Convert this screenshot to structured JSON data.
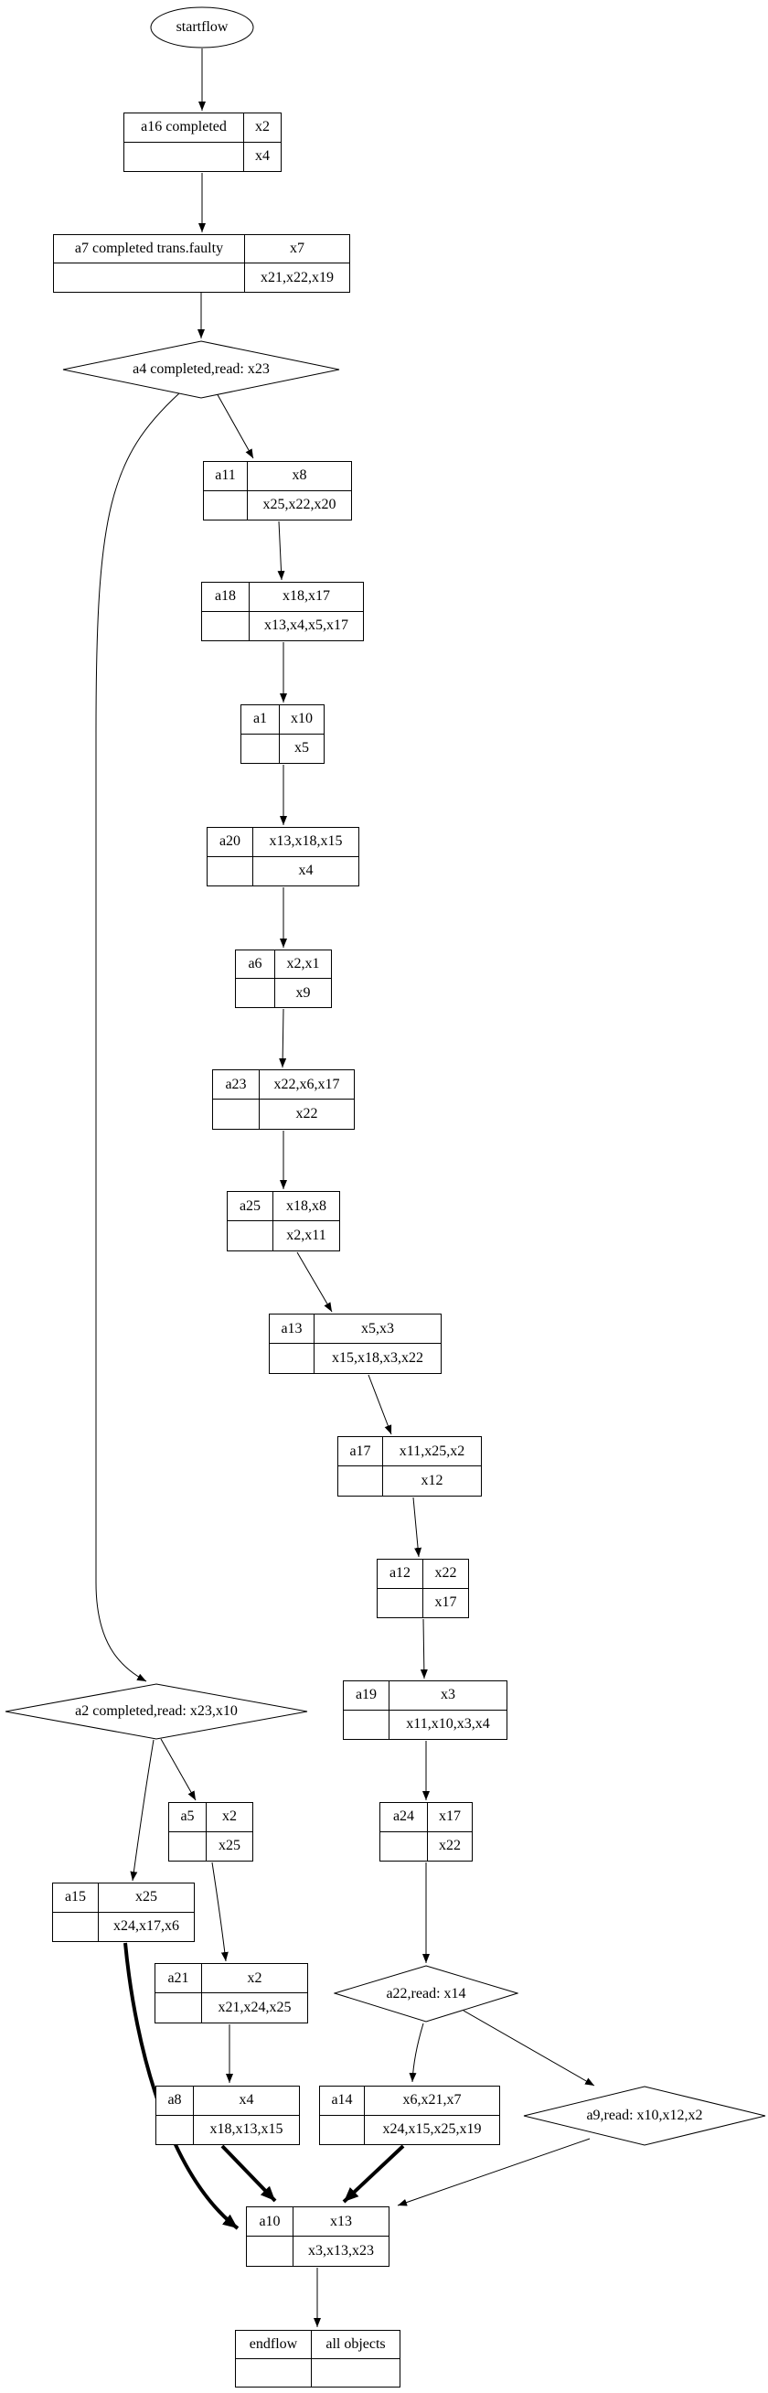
{
  "diagram": {
    "background_color": "#ffffff",
    "node_border_color": "#000000",
    "edge_color": "#000000",
    "nodes": {
      "startflow": {
        "label": "startflow",
        "shape": "ellipse"
      },
      "a16": {
        "name": "a16 completed",
        "top": "x2",
        "bottom": "x4",
        "shape": "record"
      },
      "a7": {
        "name": "a7 completed trans.faulty",
        "top": "x7",
        "bottom": "x21,x22,x19",
        "shape": "record"
      },
      "a4": {
        "label": "a4 completed,read: x23",
        "shape": "diamond"
      },
      "a11": {
        "name": "a11",
        "top": "x8",
        "bottom": "x25,x22,x20",
        "shape": "record"
      },
      "a18": {
        "name": "a18",
        "top": "x18,x17",
        "bottom": "x13,x4,x5,x17",
        "shape": "record"
      },
      "a1": {
        "name": "a1",
        "top": "x10",
        "bottom": "x5",
        "shape": "record"
      },
      "a20": {
        "name": "a20",
        "top": "x13,x18,x15",
        "bottom": "x4",
        "shape": "record"
      },
      "a6": {
        "name": "a6",
        "top": "x2,x1",
        "bottom": "x9",
        "shape": "record"
      },
      "a23": {
        "name": "a23",
        "top": "x22,x6,x17",
        "bottom": "x22",
        "shape": "record"
      },
      "a25": {
        "name": "a25",
        "top": "x18,x8",
        "bottom": "x2,x11",
        "shape": "record"
      },
      "a13": {
        "name": "a13",
        "top": "x5,x3",
        "bottom": "x15,x18,x3,x22",
        "shape": "record"
      },
      "a17": {
        "name": "a17",
        "top": "x11,x25,x2",
        "bottom": "x12",
        "shape": "record"
      },
      "a12": {
        "name": "a12",
        "top": "x22",
        "bottom": "x17",
        "shape": "record"
      },
      "a19": {
        "name": "a19",
        "top": "x3",
        "bottom": "x11,x10,x3,x4",
        "shape": "record"
      },
      "a2": {
        "label": "a2 completed,read: x23,x10",
        "shape": "diamond"
      },
      "a5": {
        "name": "a5",
        "top": "x2",
        "bottom": "x25",
        "shape": "record"
      },
      "a15": {
        "name": "a15",
        "top": "x25",
        "bottom": "x24,x17,x6",
        "shape": "record"
      },
      "a24": {
        "name": "a24",
        "top": "x17",
        "bottom": "x22",
        "shape": "record"
      },
      "a21": {
        "name": "a21",
        "top": "x2",
        "bottom": "x21,x24,x25",
        "shape": "record"
      },
      "a22": {
        "label": "a22,read: x14",
        "shape": "diamond"
      },
      "a8": {
        "name": "a8",
        "top": "x4",
        "bottom": "x18,x13,x15",
        "shape": "record"
      },
      "a14": {
        "name": "a14",
        "top": "x6,x21,x7",
        "bottom": "x24,x15,x25,x19",
        "shape": "record"
      },
      "a9": {
        "label": "a9,read: x10,x12,x2",
        "shape": "diamond"
      },
      "a10": {
        "name": "a10",
        "top": "x13",
        "bottom": "x3,x13,x23",
        "shape": "record"
      },
      "endflow": {
        "name": "endflow",
        "top": "all objects",
        "bottom": "",
        "shape": "record"
      }
    },
    "edges": [
      {
        "from": "startflow",
        "to": "a16",
        "bold": false
      },
      {
        "from": "a16",
        "to": "a7",
        "bold": false
      },
      {
        "from": "a7",
        "to": "a4",
        "bold": false
      },
      {
        "from": "a4",
        "to": "a11",
        "bold": false
      },
      {
        "from": "a4",
        "to": "a2",
        "bold": false
      },
      {
        "from": "a11",
        "to": "a18",
        "bold": false
      },
      {
        "from": "a18",
        "to": "a1",
        "bold": false
      },
      {
        "from": "a1",
        "to": "a20",
        "bold": false
      },
      {
        "from": "a20",
        "to": "a6",
        "bold": false
      },
      {
        "from": "a6",
        "to": "a23",
        "bold": false
      },
      {
        "from": "a23",
        "to": "a25",
        "bold": false
      },
      {
        "from": "a25",
        "to": "a13",
        "bold": false
      },
      {
        "from": "a13",
        "to": "a17",
        "bold": false
      },
      {
        "from": "a17",
        "to": "a12",
        "bold": false
      },
      {
        "from": "a12",
        "to": "a19",
        "bold": false
      },
      {
        "from": "a19",
        "to": "a24",
        "bold": false
      },
      {
        "from": "a24",
        "to": "a22",
        "bold": false
      },
      {
        "from": "a2",
        "to": "a5",
        "bold": false
      },
      {
        "from": "a2",
        "to": "a15",
        "bold": false
      },
      {
        "from": "a5",
        "to": "a21",
        "bold": false
      },
      {
        "from": "a15",
        "to": "a10",
        "bold": true
      },
      {
        "from": "a21",
        "to": "a8",
        "bold": false
      },
      {
        "from": "a8",
        "to": "a10",
        "bold": true
      },
      {
        "from": "a22",
        "to": "a14",
        "bold": false
      },
      {
        "from": "a22",
        "to": "a9",
        "bold": false
      },
      {
        "from": "a14",
        "to": "a10",
        "bold": true
      },
      {
        "from": "a9",
        "to": "a10",
        "bold": false
      },
      {
        "from": "a10",
        "to": "endflow",
        "bold": false
      }
    ]
  }
}
